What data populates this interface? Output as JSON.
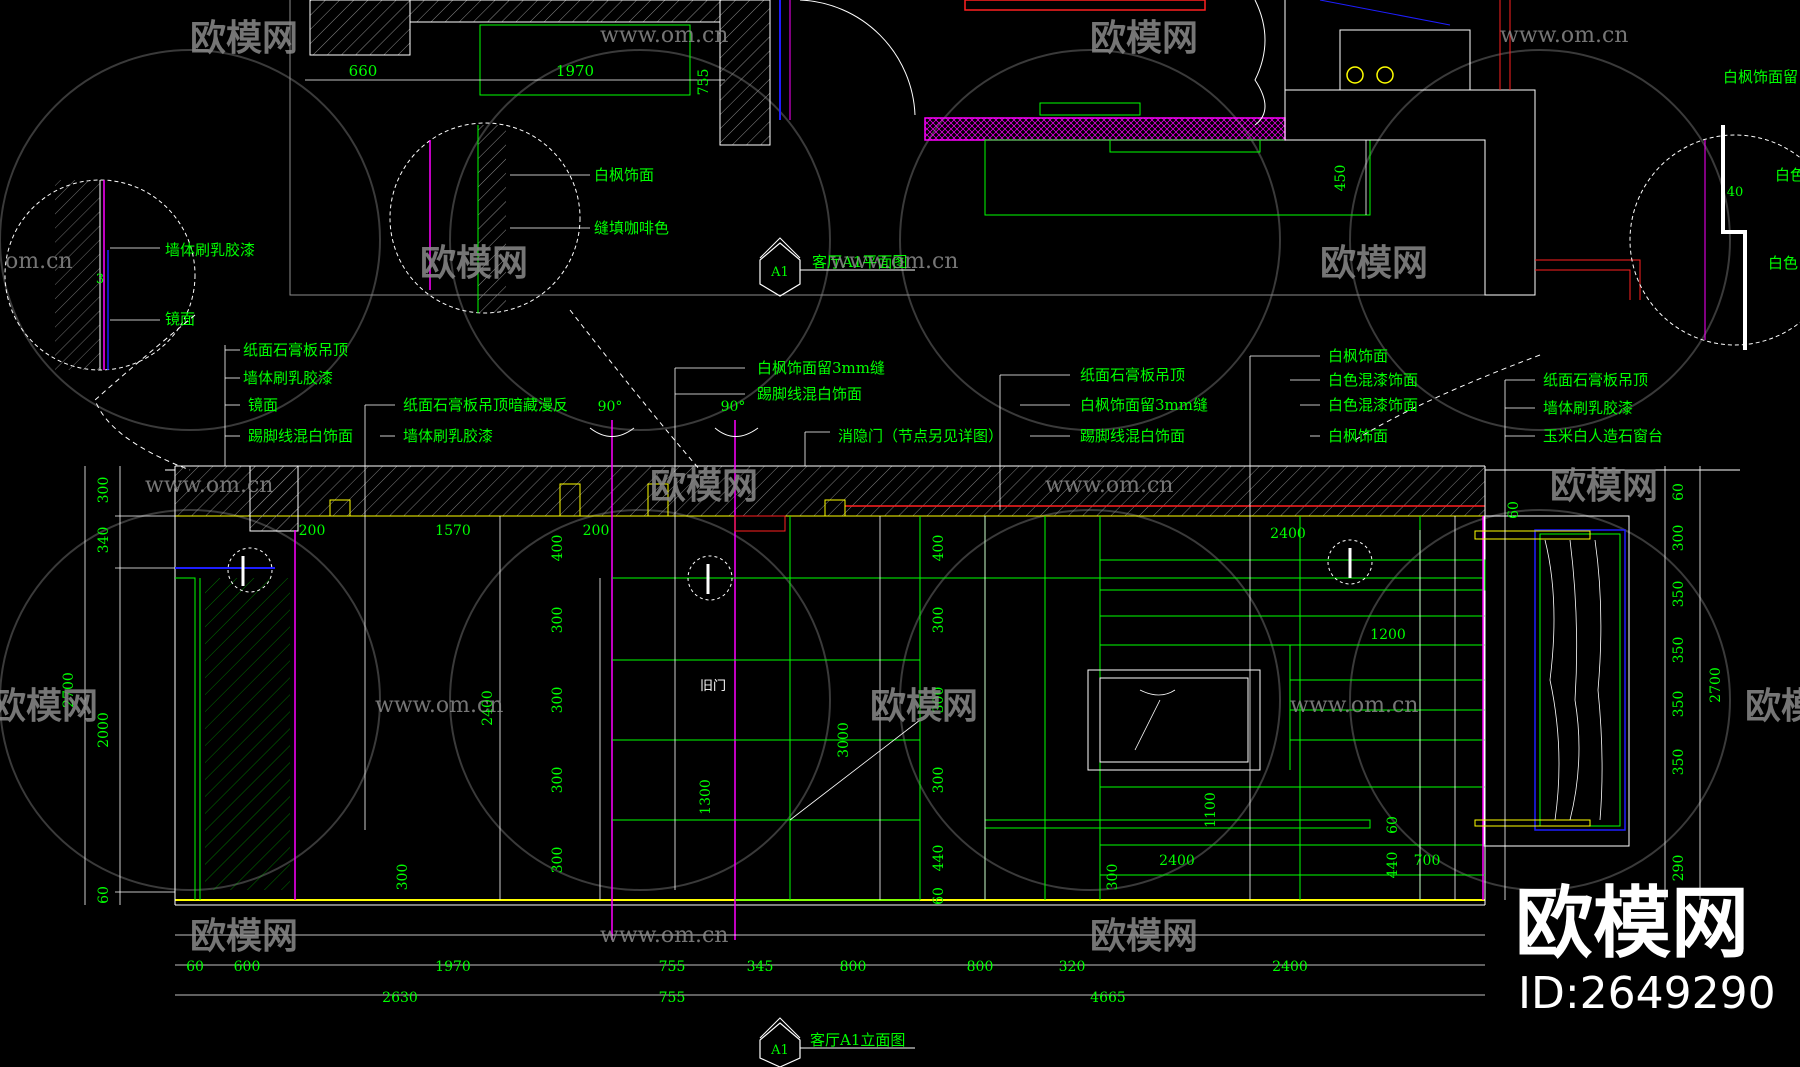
{
  "colors": {
    "background": "#000000",
    "green": "#00ff00",
    "white": "#ffffff",
    "magenta": "#ff00ff",
    "blue": "#1e1eff",
    "yellow": "#ffff00",
    "red": "#ff2020",
    "grey": "#8c8c8c",
    "watermark": "#8a8a8a"
  },
  "watermarks": {
    "brand": "欧模网",
    "site": "www.om.cn",
    "site_short": "om.cn",
    "id": "ID:2649290"
  },
  "plan": {
    "dims": [
      "660",
      "1970",
      "755",
      "450"
    ],
    "section_number": "A1",
    "title": "客厅A1平面图"
  },
  "detail_left": {
    "labels": [
      "墙体刷乳胶漆",
      "镜面"
    ],
    "dim": "3"
  },
  "detail_mid": {
    "labels": [
      "白枫饰面",
      "缝填咖啡色"
    ]
  },
  "detail_right": {
    "labels": [
      "白枫饰面留",
      "白色",
      "白色"
    ],
    "dim": "40"
  },
  "elevation": {
    "title": "客厅A1立面图",
    "section_number": "A1",
    "angle1": "90°",
    "angle2": "90°",
    "room_label": "旧门",
    "callouts_left": [
      "纸面石膏板吊顶",
      "墙体刷乳胶漆",
      "镜面",
      "踢脚线混白饰面"
    ],
    "callouts_left2": [
      "纸面石膏板吊顶暗藏漫反",
      "墙体刷乳胶漆"
    ],
    "callouts_mid": [
      "白枫饰面留3mm缝",
      "踢脚线混白饰面"
    ],
    "callout_door": "消隐门（节点另见详图）",
    "callouts_mid2": [
      "纸面石膏板吊顶",
      "白枫饰面留3mm缝",
      "踢脚线混白饰面"
    ],
    "callouts_right": [
      "白枫饰面",
      "白色混漆饰面",
      "白色混漆饰面",
      "白枫饰面"
    ],
    "callouts_far": [
      "纸面石膏板吊顶",
      "墙体刷乳胶漆",
      "玉米白人造石窗台"
    ],
    "left_vdims": [
      "300",
      "340",
      "2000",
      "60"
    ],
    "left_total": "2700",
    "top_hdims": [
      "200",
      "1570",
      "200",
      "2400"
    ],
    "inner_vdims_a": [
      "400",
      "300",
      "300",
      "300",
      "300"
    ],
    "inner_height_a": "2400",
    "inner_vdims_b": [
      "400",
      "300",
      "300",
      "300",
      "440",
      "60"
    ],
    "inner_height_b": "3000",
    "small_dims": [
      "300",
      "1300",
      "1200",
      "1100",
      "60",
      "2400",
      "440",
      "700",
      "300",
      "60"
    ],
    "right_vdims": [
      "60",
      "300",
      "350",
      "350",
      "350",
      "350",
      "290"
    ],
    "right_total": "2700",
    "bottom_row1": [
      "60",
      "600",
      "1970",
      "755",
      "345",
      "800",
      "800",
      "320",
      "2400"
    ],
    "bottom_row2": [
      "2630",
      "755",
      "4665"
    ]
  }
}
